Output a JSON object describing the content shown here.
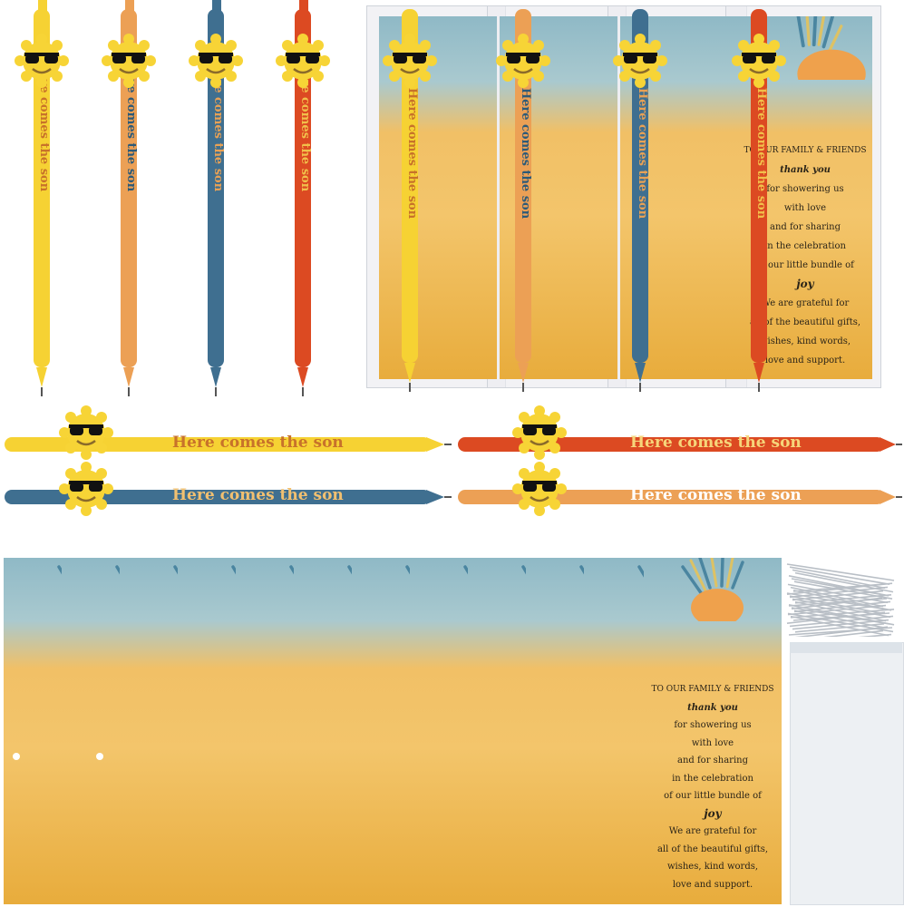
{
  "pen_slogan": "Here comes the son",
  "card": {
    "header": "TO OUR FAMILY & FRIENDS",
    "thank": "thank you",
    "lines": [
      "for showering us",
      "with love",
      "and for sharing",
      "in the celebration",
      "of our little bundle of"
    ],
    "joy": "joy",
    "closing": [
      "We are grateful for",
      "all of the beautiful gifts,",
      "wishes, kind words,",
      "love and support."
    ]
  },
  "colors": {
    "yellow": "#f6d233",
    "orange": "#eca055",
    "blue": "#3f6f90",
    "red": "#dc4a22",
    "sun": "#f7d436",
    "sunglasses": "#111111"
  },
  "icons": [
    "sun-sunglasses-icon",
    "twist-tie-icon",
    "cellophane-bag-icon"
  ]
}
